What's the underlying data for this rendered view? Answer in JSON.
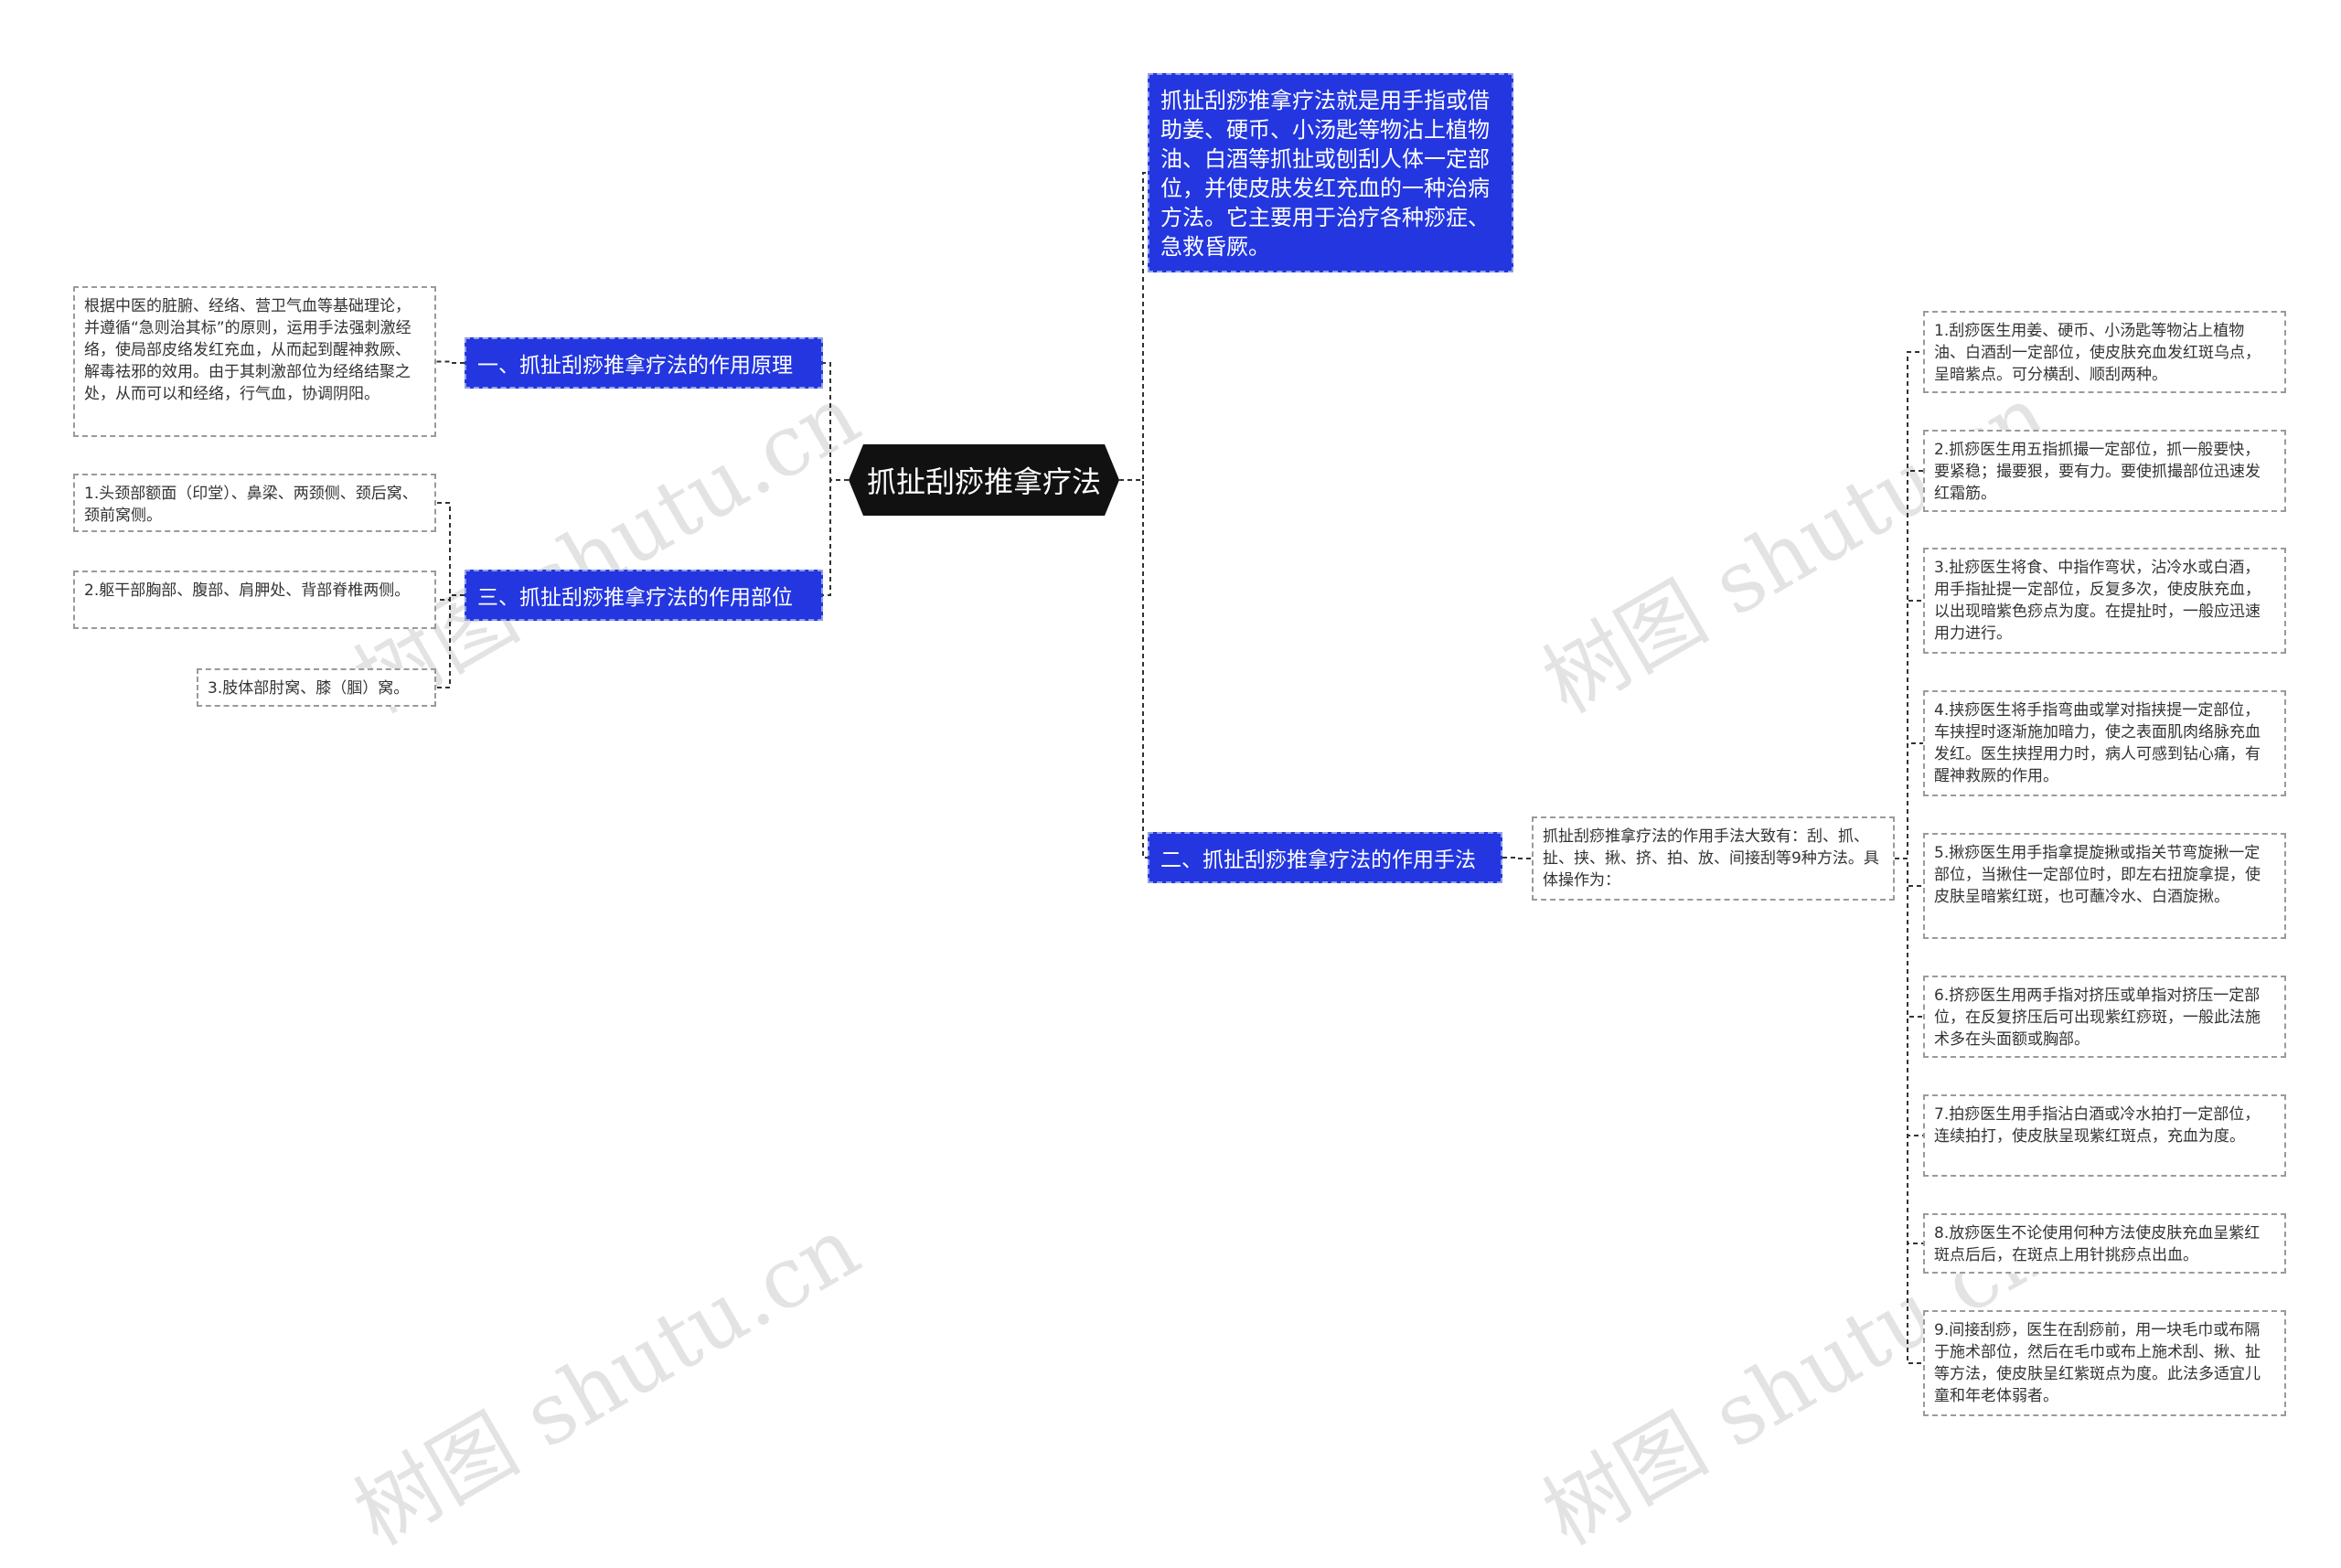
{
  "root": {
    "label": "抓扯刮痧推拿疗法"
  },
  "intro": {
    "text": "抓扯刮痧推拿疗法就是用手指或借助姜、硬币、小汤匙等物沾上植物油、白酒等抓扯或刨刮人体一定部位，并使皮肤发红充血的一种治病方法。它主要用于治疗各种痧症、急救昏厥。"
  },
  "branch1": {
    "label": "一、抓扯刮痧推拿疗法的作用原理",
    "leaf": "根据中医的脏腑、经络、营卫气血等基础理论，并遵循“急则治其标”的原则，运用手法强刺激经络，使局部皮络发红充血，从而起到醒神救厥、解毒祛邪的效用。由于其刺激部位为经络结聚之处，从而可以和经络，行气血，协调阴阳。"
  },
  "branch3": {
    "label": "三、抓扯刮痧推拿疗法的作用部位",
    "leaves": [
      "1.头颈部额面（印堂）、鼻梁、两颈侧、颈后窝、颈前窝侧。",
      "2.躯干部胸部、腹部、肩胛处、背部脊椎两侧。",
      "3.肢体部肘窝、膝（腘）窝。"
    ]
  },
  "branch2": {
    "label": "二、抓扯刮痧推拿疗法的作用手法",
    "summary": "抓扯刮痧推拿疗法的作用手法大致有：刮、抓、扯、挟、揪、挤、拍、放、间接刮等9种方法。具体操作为：",
    "leaves": [
      "1.刮痧医生用姜、硬币、小汤匙等物沾上植物油、白酒刮一定部位，使皮肤充血发红斑乌点，呈暗紫点。可分横刮、顺刮两种。",
      "2.抓痧医生用五指抓撮一定部位，抓一般要快，要紧稳；撮要狠，要有力。要使抓撮部位迅速发红霜筋。",
      "3.扯痧医生将食、中指作弯状，沾冷水或白酒，用手指扯提一定部位，反复多次，使皮肤充血，以出现暗紫色痧点为度。在提扯时，一般应迅速用力进行。",
      "4.挟痧医生将手指弯曲或掌对指挟提一定部位，车挟捏时逐渐施加暗力，使之表面肌肉络脉充血发红。医生挟捏用力时，病人可感到钻心痛，有醒神救厥的作用。",
      "5.揪痧医生用手指拿提旋揪或指关节弯旋揪一定部位，当揪住一定部位时，即左右扭旋拿提，使皮肤呈暗紫红斑，也可蘸冷水、白酒旋揪。",
      "6.挤痧医生用两手指对挤压或单指对挤压一定部位，在反复挤压后可出现紫红痧斑，一般此法施术多在头面额或胸部。",
      "7.拍痧医生用手指沾白酒或冷水拍打一定部位，连续拍打，使皮肤呈现紫红斑点，充血为度。",
      "8.放痧医生不论使用何种方法使皮肤充血呈紫红斑点后后，在斑点上用针挑痧点出血。",
      "9.间接刮痧，医生在刮痧前，用一块毛巾或布隔于施术部位，然后在毛巾或布上施术刮、揪、扯等方法，使皮肤呈红紫斑点为度。此法多适宜儿童和年老体弱者。"
    ]
  },
  "watermark": {
    "text": "树图 shutu.cn"
  }
}
